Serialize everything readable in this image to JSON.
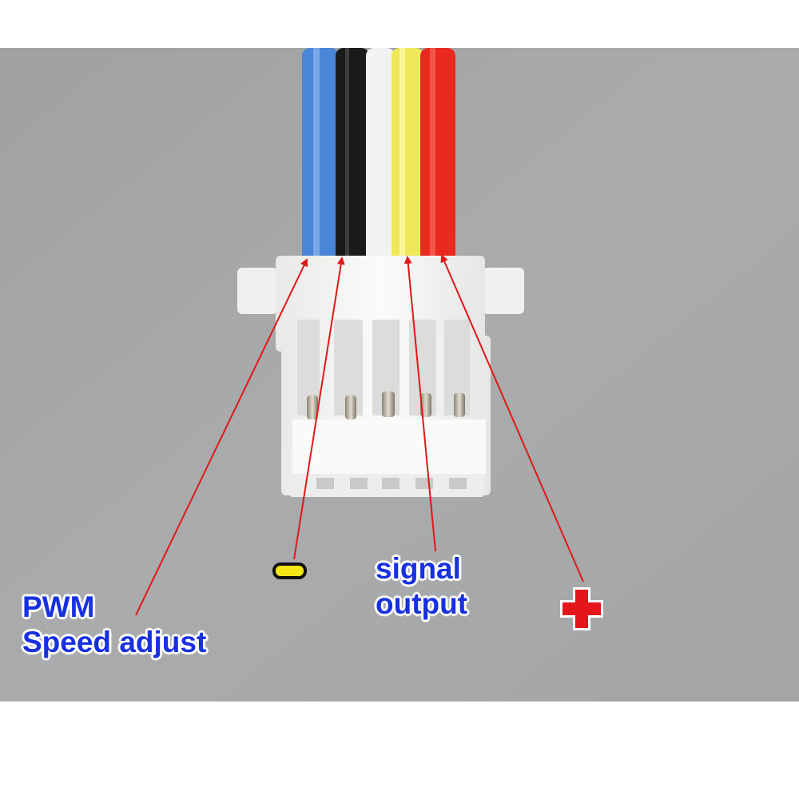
{
  "labels": {
    "pwm": [
      "PWM",
      "Speed adjust"
    ],
    "signal": [
      "signal",
      "output"
    ]
  },
  "colors": {
    "background": "#a7a9ab",
    "label_text": "#1730e0",
    "arrow": "#e01818",
    "wire_blue": "#4a86d8",
    "wire_black": "#1a1a1a",
    "wire_white": "#f2f2f2",
    "wire_yellow": "#efe85a",
    "wire_red": "#ea2a1e",
    "connector": "#f3f3f1"
  },
  "icons": {
    "negative": "minus-symbol-icon",
    "positive": "plus-symbol-icon"
  }
}
